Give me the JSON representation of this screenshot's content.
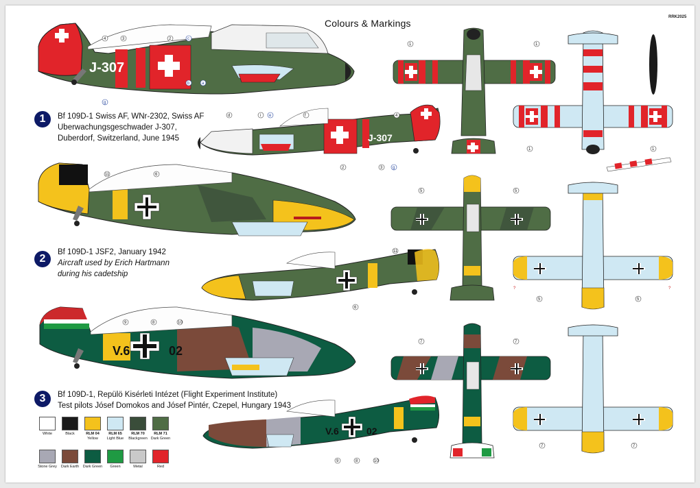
{
  "sheet": {
    "title": "Colours & Markings",
    "code": "RRK2025"
  },
  "schemes": [
    {
      "number": "1",
      "lines": [
        "Bf 109D-1 Swiss AF, WNr-2302, Swiss AF",
        "Uberwachungsgeschwader J-307,",
        "Duberdorf, Switzerland, June 1945"
      ],
      "italic_lines": []
    },
    {
      "number": "2",
      "lines": [
        "Bf 109D-1 JSF2, January 1942"
      ],
      "italic_lines": [
        "Aircraft used by Erich Hartmann",
        "during his cadetship"
      ]
    },
    {
      "number": "3",
      "lines": [
        "Bf 109D-1, Repülö Kisérleti Intézet (Flight Experiment Institute)",
        "Test pilots Jósef Domokos and Jósef Pintér, Czepel, Hungary 1943"
      ],
      "italic_lines": []
    }
  ],
  "markings": {
    "swiss_code": "J-307",
    "hungarian_left": "V.6",
    "hungarian_right": "02",
    "callouts_swiss": [
      "4",
      "3",
      "2",
      "c",
      "g",
      "b",
      "a",
      "1",
      "d",
      "i",
      "e",
      "f",
      "4",
      "2",
      "3",
      "g",
      "1",
      "1",
      "1"
    ],
    "callouts_luftwaffe": [
      "11",
      "6",
      "11",
      "6",
      "5",
      "5",
      "5",
      "5",
      "?",
      "?"
    ],
    "callouts_hungary": [
      "9",
      "8",
      "10",
      "7",
      "7",
      "9",
      "8",
      "10",
      "7",
      "7"
    ]
  },
  "palette": [
    {
      "code": "",
      "name": "White",
      "hex": "#ffffff"
    },
    {
      "code": "",
      "name": "Black",
      "hex": "#1a1a1a"
    },
    {
      "code": "RLM 04",
      "name": "Yellow",
      "hex": "#f4c21c"
    },
    {
      "code": "RLM 65",
      "name": "Light Blue",
      "hex": "#cfe8f3"
    },
    {
      "code": "RLM 70",
      "name": "Blackgreen",
      "hex": "#3a4d3a"
    },
    {
      "code": "RLM 71",
      "name": "Dark Green",
      "hex": "#4f6d45"
    },
    {
      "code": "",
      "name": "Stone Grey",
      "hex": "#a8a8b4"
    },
    {
      "code": "",
      "name": "Dark Earth",
      "hex": "#7b4a3a"
    },
    {
      "code": "",
      "name": "Dark Green",
      "hex": "#0d5c42"
    },
    {
      "code": "",
      "name": "Green",
      "hex": "#1f9a43"
    },
    {
      "code": "",
      "name": "Metal",
      "hex": "#c9c9c9"
    },
    {
      "code": "",
      "name": "Red",
      "hex": "#e1242a"
    }
  ],
  "colors": {
    "swiss_red": "#e1242a",
    "rlm_green": "#4f6d45",
    "rlm_blackgreen": "#3a4d3a",
    "rlm_yellow": "#f4c21c",
    "rlm_lightblue": "#cfe8f3",
    "hu_green": "#0d5c42",
    "hu_earth": "#7b4a3a",
    "hu_grey": "#a8a8b4",
    "badge_blue": "#0d1a66"
  }
}
